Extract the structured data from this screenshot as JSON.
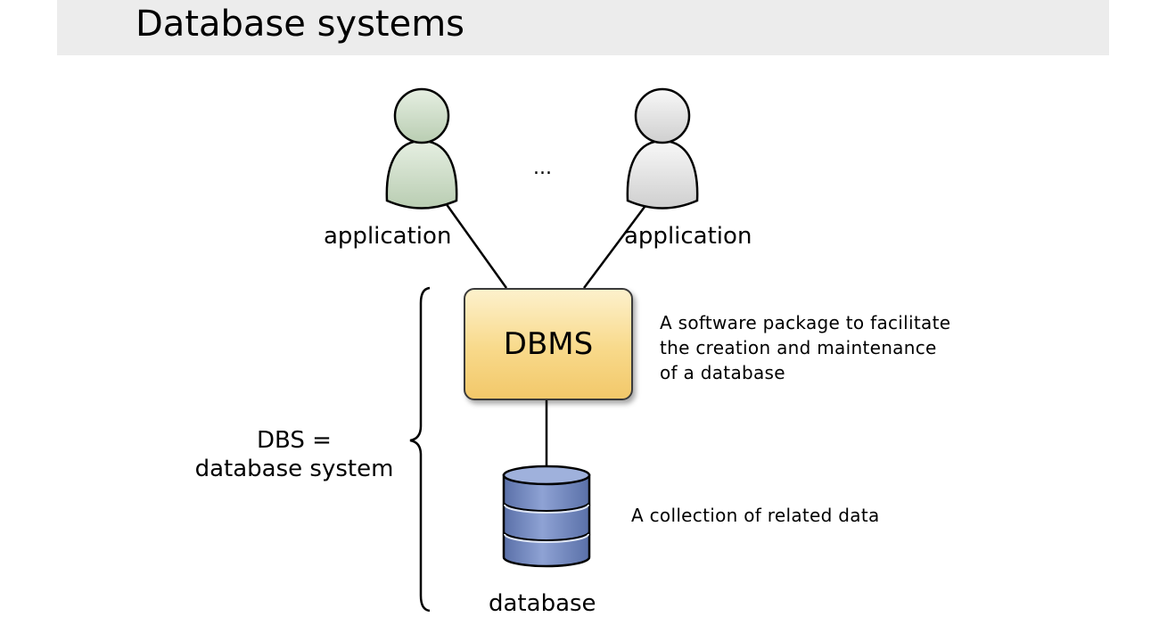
{
  "slide": {
    "title": "Database systems"
  },
  "diagram": {
    "app_left_label": "application",
    "app_right_label": "application",
    "ellipsis": "...",
    "dbms_label": "DBMS",
    "dbms_description": [
      "A software package to facilitate",
      "the creation and maintenance",
      "of a database"
    ],
    "database_label": "database",
    "database_description": "A collection of related data",
    "dbs_line1": "DBS =",
    "dbs_line2": "database system"
  },
  "colors": {
    "title_bar": "#ececec",
    "user_left_fill": "#d7e4d2",
    "user_right_fill": "#ececec",
    "dbms_fill": "#f8d98a",
    "database_fill": "#6f86bd"
  },
  "icons": {
    "left_user": "user-icon",
    "right_user": "user-icon",
    "database": "database-cylinder-icon"
  }
}
